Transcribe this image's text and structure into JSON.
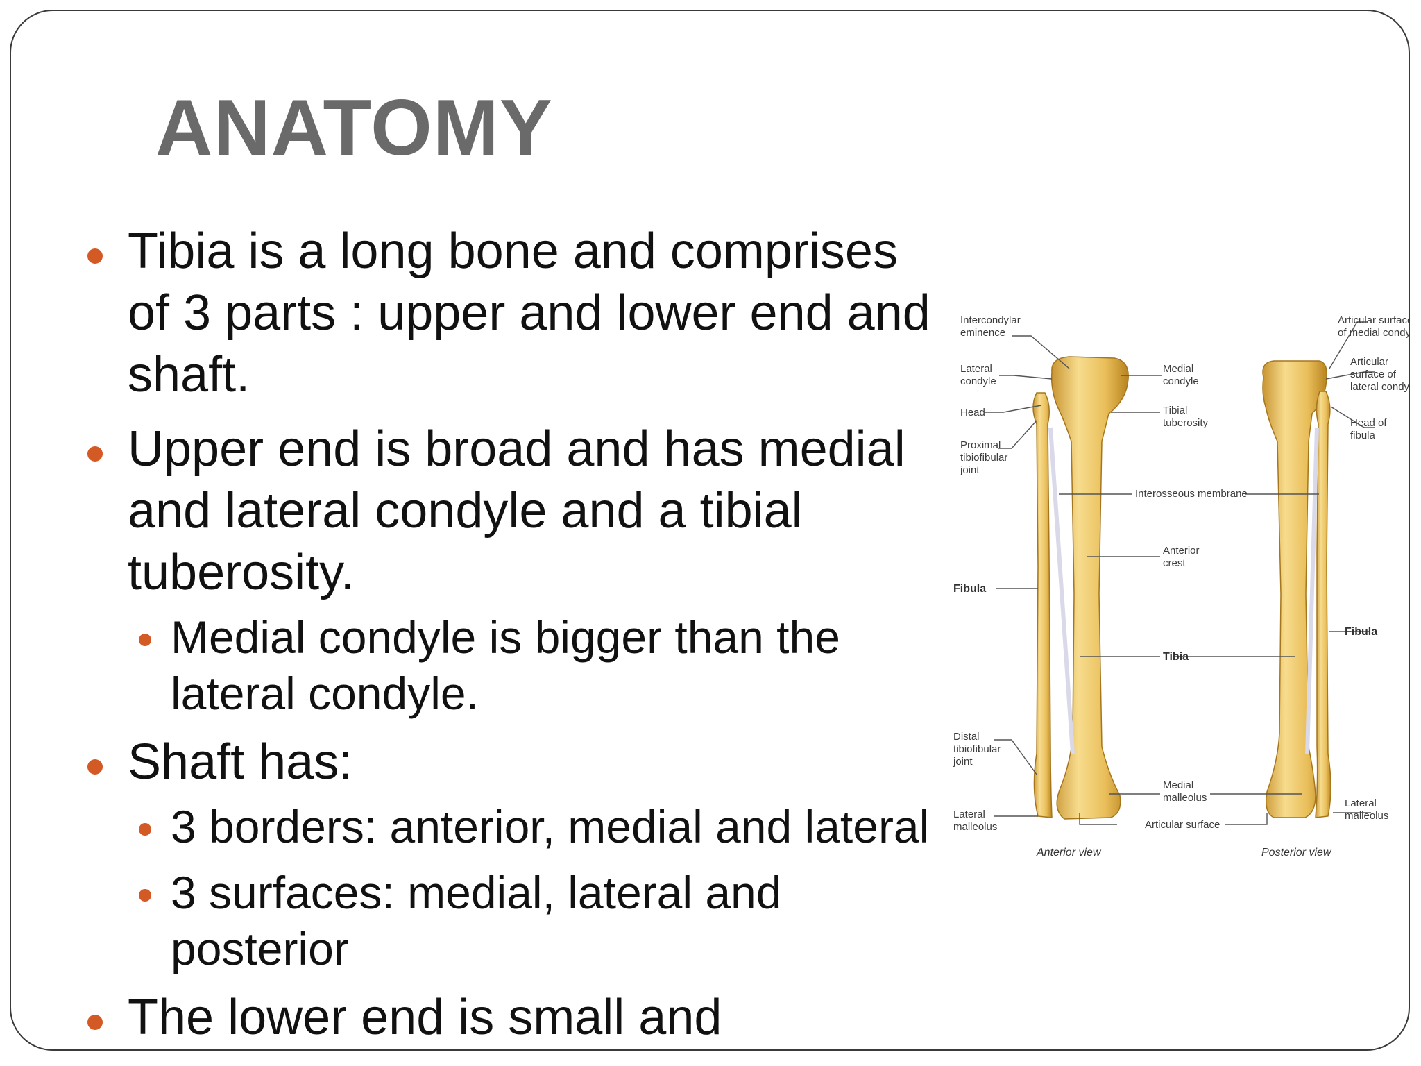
{
  "slide": {
    "title": "ANATOMY",
    "bullets": [
      {
        "text": "Tibia is a long bone and comprises of 3 parts : upper and lower end and shaft."
      },
      {
        "text": "Upper end is broad and has medial and lateral condyle and a tibial tuberosity."
      },
      {
        "text": "Medial condyle is bigger than the lateral condyle."
      },
      {
        "text": "Shaft has:"
      },
      {
        "text": "3 borders: anterior, medial and lateral"
      },
      {
        "text": "3 surfaces: medial, lateral and posterior"
      },
      {
        "text": "The lower end is small and"
      }
    ],
    "bullet_color": "#d35a25",
    "title_color": "#6a6a6a"
  },
  "figure": {
    "labels": {
      "intercondylar": [
        "Intercondylar",
        "eminence"
      ],
      "lateral_condyle": [
        "Lateral",
        "condyle"
      ],
      "head": "Head",
      "proximal_joint": [
        "Proximal",
        "tibiofibular",
        "joint"
      ],
      "fibula_left": "Fibula",
      "distal_joint": [
        "Distal",
        "tibiofibular",
        "joint"
      ],
      "lateral_malleolus_left": [
        "Lateral",
        "malleolus"
      ],
      "medial_condyle": [
        "Medial",
        "condyle"
      ],
      "tibial_tuberosity": [
        "Tibial",
        "tuberosity"
      ],
      "interosseous": "Interosseous membrane",
      "anterior_crest": [
        "Anterior",
        "crest"
      ],
      "tibia": "Tibia",
      "medial_malleolus": [
        "Medial",
        "malleolus"
      ],
      "articular_surface": "Articular surface",
      "articular_medial": [
        "Articular surface",
        "of medial condyle"
      ],
      "articular_lateral": [
        "Articular",
        "surface of",
        "lateral condyle"
      ],
      "head_fibula": [
        "Head of",
        "fibula"
      ],
      "fibula_right": "Fibula",
      "lateral_malleolus_right": [
        "Lateral",
        "malleolus"
      ],
      "anterior_view": "Anterior view",
      "posterior_view": "Posterior view"
    }
  }
}
